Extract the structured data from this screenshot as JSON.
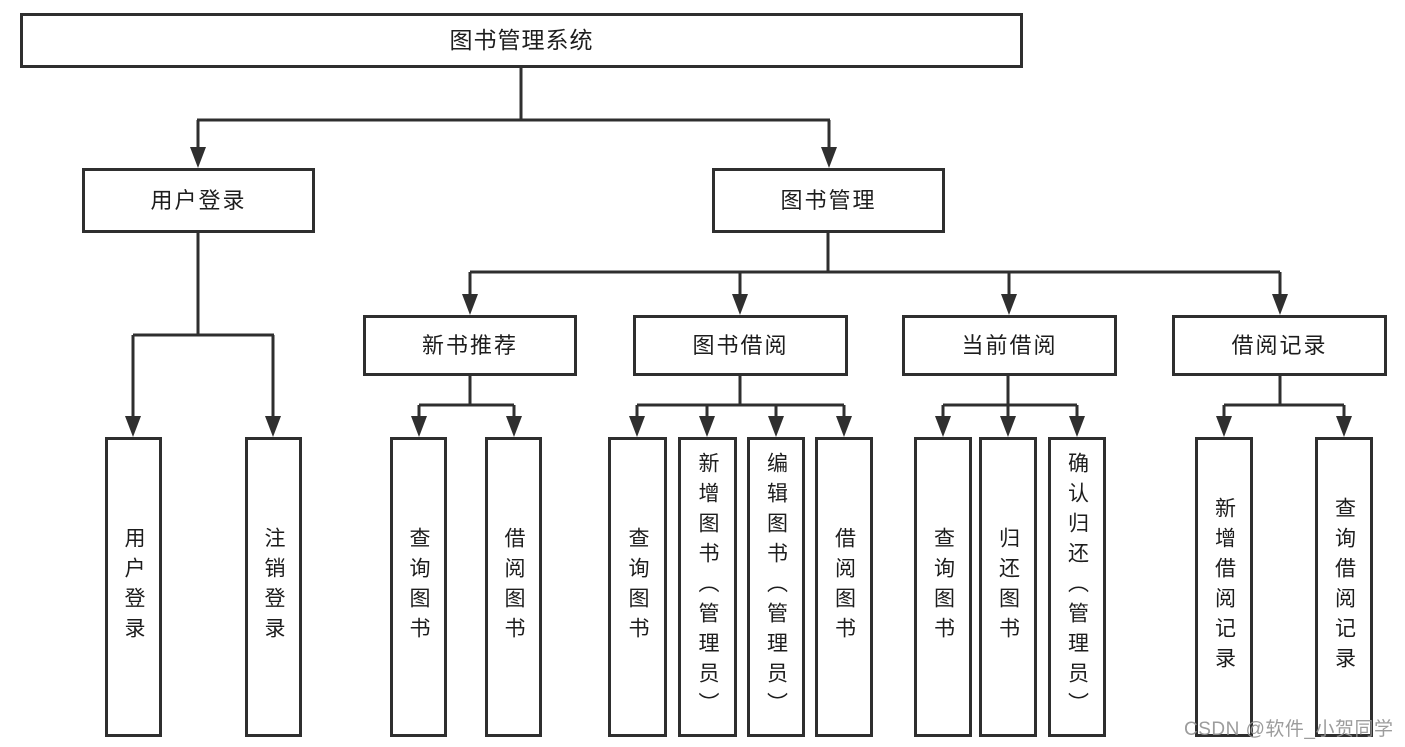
{
  "diagram": {
    "root": {
      "label": "图书管理系统"
    },
    "branches": [
      {
        "label": "用户登录",
        "children": [
          {
            "label": "用户登录"
          },
          {
            "label": "注销登录"
          }
        ]
      },
      {
        "label": "图书管理",
        "children": [
          {
            "label": "新书推荐",
            "children": [
              {
                "label": "查询图书"
              },
              {
                "label": "借阅图书"
              }
            ]
          },
          {
            "label": "图书借阅",
            "children": [
              {
                "label": "查询图书"
              },
              {
                "label": "新增图书（管理员）"
              },
              {
                "label": "编辑图书（管理员）"
              },
              {
                "label": "借阅图书"
              }
            ]
          },
          {
            "label": "当前借阅",
            "children": [
              {
                "label": "查询图书"
              },
              {
                "label": "归还图书"
              },
              {
                "label": "确认归还（管理员）"
              }
            ]
          },
          {
            "label": "借阅记录",
            "children": [
              {
                "label": "新增借阅记录"
              },
              {
                "label": "查询借阅记录"
              }
            ]
          }
        ]
      }
    ]
  },
  "watermark": {
    "text": "CSDN @软件_小贺同学"
  },
  "colors": {
    "line": "#2f2f2f",
    "text": "#1d1d1d",
    "background": "#ffffff",
    "watermark": "#949494"
  }
}
